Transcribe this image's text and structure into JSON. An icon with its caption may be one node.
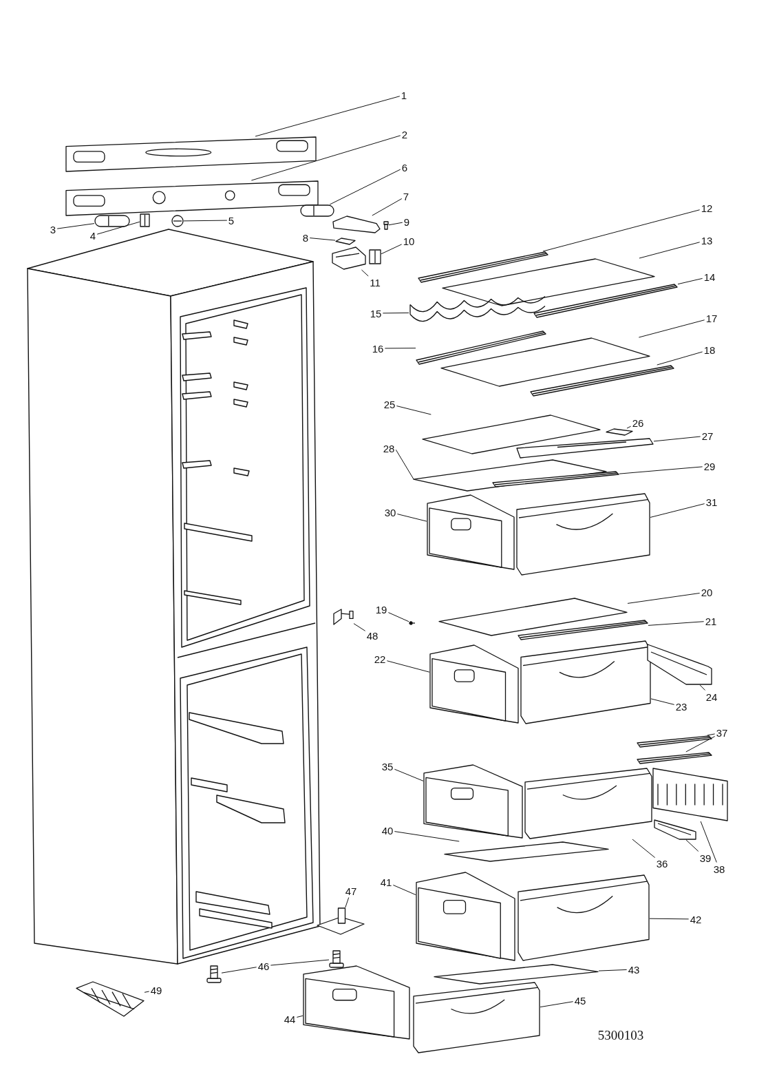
{
  "diagram": {
    "nodes": [
      {
        "text": [
          "1"
        ]
      },
      {
        "text": [
          "2"
        ]
      },
      {
        "text": [
          "3"
        ]
      },
      {
        "text": [
          "4"
        ]
      },
      {
        "text": [
          "5"
        ]
      },
      {
        "text": [
          "6"
        ]
      },
      {
        "text": [
          "7"
        ]
      },
      {
        "text": [
          "8"
        ]
      },
      {
        "text": [
          "9"
        ]
      },
      {
        "text": [
          "10"
        ]
      },
      {
        "text": [
          "11"
        ]
      },
      {
        "text": [
          "12"
        ]
      },
      {
        "text": [
          "13"
        ]
      },
      {
        "text": [
          "14"
        ]
      },
      {
        "text": [
          "15"
        ]
      },
      {
        "text": [
          "16"
        ]
      },
      {
        "text": [
          "17"
        ]
      },
      {
        "text": [
          "18"
        ]
      },
      {
        "text": [
          "19"
        ]
      },
      {
        "text": [
          "20"
        ]
      },
      {
        "text": [
          "21"
        ]
      },
      {
        "text": [
          "22"
        ]
      },
      {
        "text": [
          "23"
        ]
      },
      {
        "text": [
          "24"
        ]
      },
      {
        "text": [
          "25"
        ]
      },
      {
        "text": [
          "26"
        ]
      },
      {
        "text": [
          "27"
        ]
      },
      {
        "text": [
          "28"
        ]
      },
      {
        "text": [
          "29"
        ]
      },
      {
        "text": [
          "30"
        ]
      },
      {
        "text": [
          "31"
        ]
      },
      {
        "text": [
          "35"
        ]
      },
      {
        "text": [
          "36"
        ]
      },
      {
        "text": [
          "37"
        ]
      },
      {
        "text": [
          "38"
        ]
      },
      {
        "text": [
          "39"
        ]
      },
      {
        "text": [
          "40"
        ]
      },
      {
        "text": [
          "41"
        ]
      },
      {
        "text": [
          "42"
        ]
      },
      {
        "text": [
          "43"
        ]
      },
      {
        "text": [
          "44"
        ]
      },
      {
        "text": [
          "45"
        ]
      },
      {
        "text": [
          "46"
        ]
      },
      {
        "text": [
          "47"
        ]
      },
      {
        "text": [
          "48"
        ]
      },
      {
        "text": [
          "49"
        ]
      },
      {
        "text": [],
        "shape": "picture"
      },
      {
        "text": [],
        "shape": "picture"
      },
      {
        "text": [],
        "shape": "picture"
      },
      {
        "text": [],
        "shape": "picture"
      },
      {
        "text": [],
        "shape": "picture"
      },
      {
        "text": [],
        "shape": "picture"
      },
      {
        "text": [],
        "shape": "picture"
      },
      {
        "text": [],
        "shape": "picture"
      },
      {
        "text": [],
        "shape": "picture"
      },
      {
        "text": [],
        "shape": "picture"
      },
      {
        "text": [],
        "shape": "picture"
      },
      {
        "text": [],
        "shape": "picture"
      },
      {
        "text": [],
        "shape": "picture"
      },
      {
        "text": [],
        "shape": "picture"
      },
      {
        "text": [],
        "shape": "picture"
      },
      {
        "text": [],
        "shape": "picture"
      },
      {
        "text": [],
        "shape": "picture"
      },
      {
        "text": [],
        "shape": "picture"
      },
      {
        "text": [],
        "shape": "picture"
      },
      {
        "text": [],
        "shape": "picture"
      },
      {
        "text": [],
        "shape": "picture"
      },
      {
        "text": [],
        "shape": "picture"
      },
      {
        "text": [],
        "shape": "picture"
      },
      {
        "text": [],
        "shape": "picture"
      },
      {
        "text": [],
        "shape": "picture"
      },
      {
        "text": [],
        "shape": "picture"
      },
      {
        "text": [],
        "shape": "picture"
      },
      {
        "text": [],
        "shape": "picture"
      },
      {
        "text": [],
        "shape": "picture"
      },
      {
        "text": [],
        "shape": "picture"
      },
      {
        "text": [],
        "shape": "picture"
      },
      {
        "text": [],
        "shape": "picture"
      },
      {
        "text": [],
        "shape": "picture"
      },
      {
        "text": [],
        "shape": "picture"
      },
      {
        "text": [],
        "shape": "picture"
      },
      {
        "text": [],
        "shape": "picture"
      },
      {
        "text": [],
        "shape": "picture"
      },
      {
        "text": [],
        "shape": "picture"
      },
      {
        "text": [],
        "shape": "picture"
      },
      {
        "text": [],
        "shape": "picture"
      },
      {
        "text": [],
        "shape": "picture"
      },
      {
        "text": [],
        "shape": "picture"
      },
      {
        "text": [],
        "shape": "picture"
      },
      {
        "text": [],
        "shape": "picture"
      },
      {
        "text": [],
        "shape": "picture"
      },
      {
        "text": [],
        "shape": "picture"
      },
      {
        "text": [],
        "shape": "picture"
      },
      {
        "text": [],
        "shape": "picture"
      }
    ],
    "edges": [
      {
        "from": 0,
        "to": 46,
        "arrow": "none"
      },
      {
        "from": 1,
        "to": 47,
        "arrow": "none"
      },
      {
        "from": 2,
        "to": 48,
        "arrow": "none"
      },
      {
        "from": 3,
        "to": 49,
        "arrow": "none"
      },
      {
        "from": 4,
        "to": 50,
        "arrow": "none"
      },
      {
        "from": 5,
        "to": 51,
        "arrow": "none"
      },
      {
        "from": 6,
        "to": 52,
        "arrow": "none"
      },
      {
        "from": 7,
        "to": 53,
        "arrow": "none"
      },
      {
        "from": 8,
        "to": 54,
        "arrow": "none"
      },
      {
        "from": 9,
        "to": 55,
        "arrow": "none"
      },
      {
        "from": 10,
        "to": 56,
        "arrow": "none"
      },
      {
        "from": 11,
        "to": 57,
        "arrow": "none"
      },
      {
        "from": 12,
        "to": 58,
        "arrow": "none"
      },
      {
        "from": 13,
        "to": 59,
        "arrow": "none"
      },
      {
        "from": 14,
        "to": 60,
        "arrow": "none"
      },
      {
        "from": 15,
        "to": 61,
        "arrow": "none"
      },
      {
        "from": 16,
        "to": 62,
        "arrow": "none"
      },
      {
        "from": 17,
        "to": 63,
        "arrow": "none"
      },
      {
        "from": 18,
        "to": 64,
        "arrow": "none"
      },
      {
        "from": 19,
        "to": 65,
        "arrow": "none"
      },
      {
        "from": 20,
        "to": 66,
        "arrow": "none"
      },
      {
        "from": 21,
        "to": 67,
        "arrow": "none"
      },
      {
        "from": 22,
        "to": 68,
        "arrow": "none"
      },
      {
        "from": 23,
        "to": 69,
        "arrow": "none"
      },
      {
        "from": 24,
        "to": 70,
        "arrow": "none"
      },
      {
        "from": 25,
        "to": 71,
        "arrow": "none"
      },
      {
        "from": 26,
        "to": 72,
        "arrow": "none"
      },
      {
        "from": 27,
        "to": 73,
        "arrow": "none"
      },
      {
        "from": 28,
        "to": 74,
        "arrow": "none"
      },
      {
        "from": 29,
        "to": 75,
        "arrow": "none"
      },
      {
        "from": 30,
        "to": 76,
        "arrow": "none"
      },
      {
        "from": 31,
        "to": 77,
        "arrow": "none"
      },
      {
        "from": 32,
        "to": 78,
        "arrow": "none"
      },
      {
        "from": 33,
        "to": 79,
        "arrow": "none"
      },
      {
        "from": 34,
        "to": 80,
        "arrow": "none"
      },
      {
        "from": 35,
        "to": 81,
        "arrow": "none"
      },
      {
        "from": 36,
        "to": 82,
        "arrow": "none"
      },
      {
        "from": 37,
        "to": 83,
        "arrow": "none"
      },
      {
        "from": 38,
        "to": 84,
        "arrow": "none"
      },
      {
        "from": 39,
        "to": 85,
        "arrow": "none"
      },
      {
        "from": 40,
        "to": 86,
        "arrow": "none"
      },
      {
        "from": 41,
        "to": 87,
        "arrow": "none"
      },
      {
        "from": 42,
        "to": 88,
        "arrow": "none"
      },
      {
        "from": 43,
        "to": 89,
        "arrow": "none"
      },
      {
        "from": 44,
        "to": 90,
        "arrow": "none"
      },
      {
        "from": 45,
        "to": 91,
        "arrow": "none"
      },
      {
        "from": 33,
        "to": 92,
        "arrow": "none"
      },
      {
        "from": 42,
        "to": 93,
        "arrow": "none"
      }
    ],
    "labels": [
      "5300103"
    ]
  }
}
